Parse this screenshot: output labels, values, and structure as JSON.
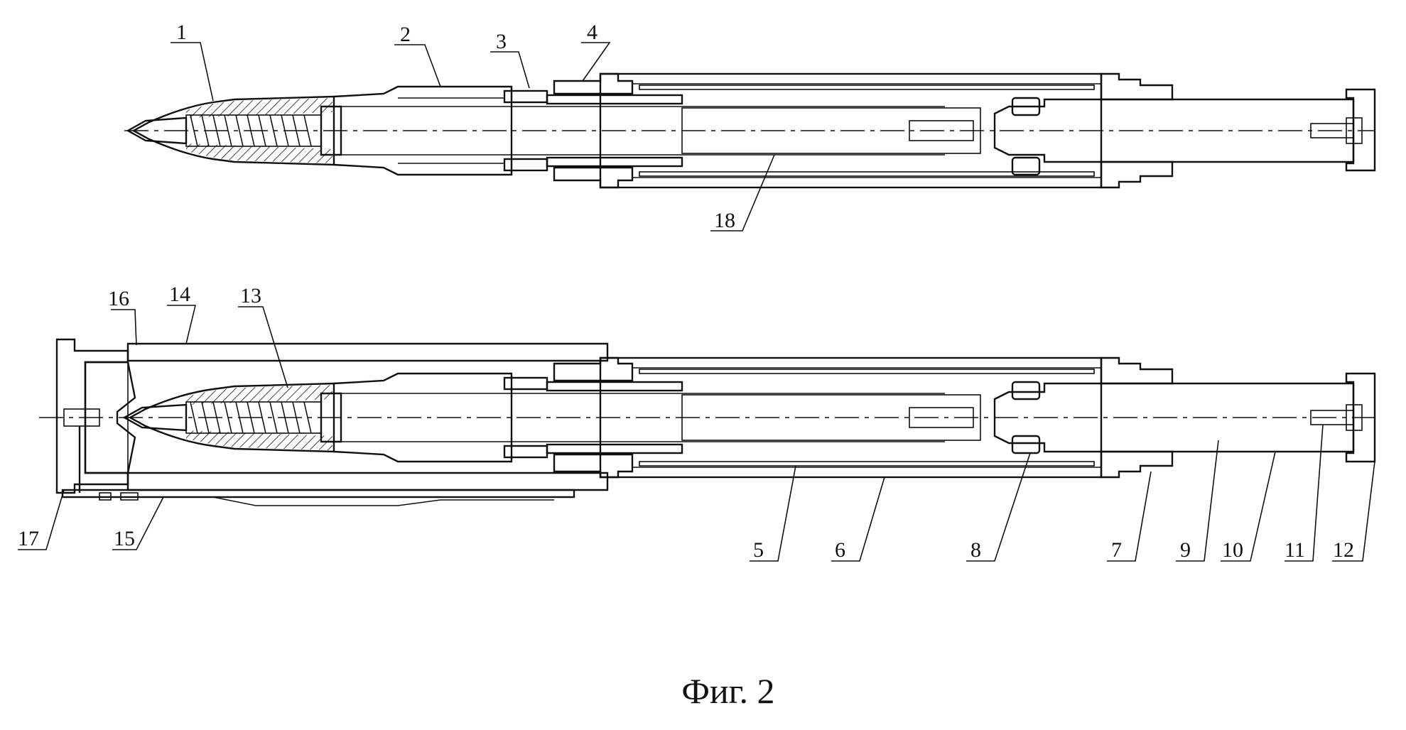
{
  "colors": {
    "ink": "#111111",
    "paper": "#ffffff"
  },
  "labels": {
    "n1": "1",
    "n2": "2",
    "n3": "3",
    "n4": "4",
    "n5": "5",
    "n6": "6",
    "n7": "7",
    "n8": "8",
    "n9": "9",
    "n10": "10",
    "n11": "11",
    "n12": "12",
    "n13": "13",
    "n14": "14",
    "n15": "15",
    "n16": "16",
    "n17": "17",
    "n18": "18"
  },
  "caption": "Фиг. 2"
}
